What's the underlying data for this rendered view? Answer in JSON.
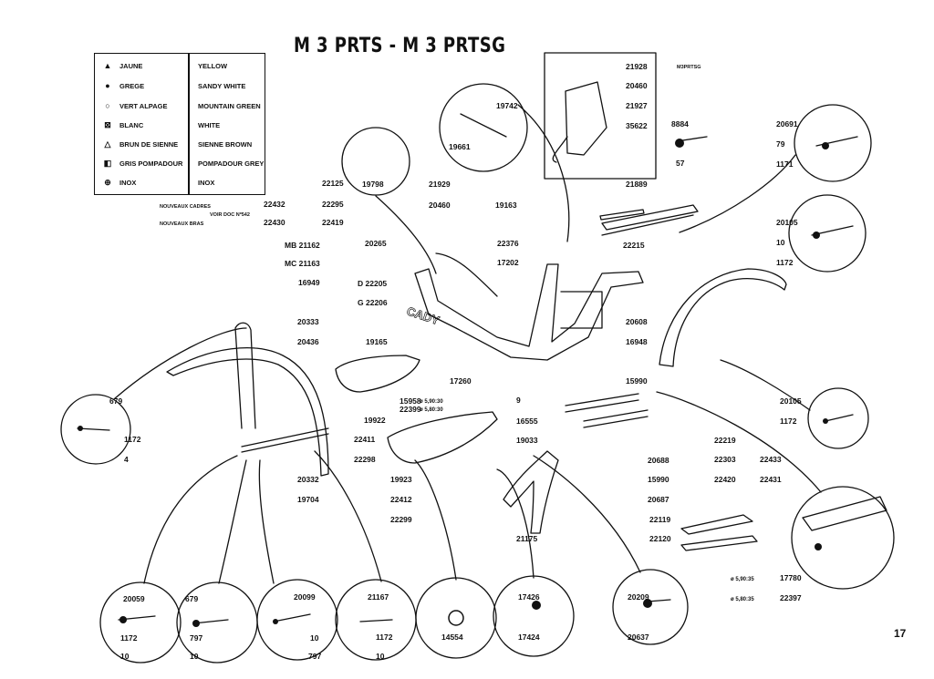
{
  "title": "M 3 PRTS   -   M 3 PRTSG",
  "page_number": "17",
  "legend": [
    {
      "symbol": "▲",
      "icon": "filled-triangle",
      "fr": "JAUNE",
      "en": "YELLOW"
    },
    {
      "symbol": "●",
      "icon": "filled-dot",
      "fr": "GREGE",
      "en": "SANDY WHITE"
    },
    {
      "symbol": "○",
      "icon": "open-circle",
      "fr": "VERT ALPAGE",
      "en": "MOUNTAIN GREEN"
    },
    {
      "symbol": "⊠",
      "icon": "crossed-square",
      "fr": "BLANC",
      "en": "WHITE"
    },
    {
      "symbol": "△",
      "icon": "open-triangle",
      "fr": "BRUN DE SIENNE",
      "en": "SIENNE BROWN"
    },
    {
      "symbol": "◧",
      "icon": "half-filled-square",
      "fr": "GRIS POMPADOUR",
      "en": "POMPADOUR GREY"
    },
    {
      "symbol": "⊕",
      "icon": "circled-plus",
      "fr": "INOX",
      "en": "INOX"
    }
  ],
  "notes": {
    "nouveaux_cadres": "NOUVEAUX CADRES",
    "nouveaux_bras": "NOUVEAUX BRAS",
    "voir_doc": "VOIR DOC Nº542",
    "m3prtsg": "M3PRTSG"
  },
  "part_labels": [
    "22125",
    "22432",
    "22295",
    "22430",
    "22419",
    "21162",
    "21163",
    "16949",
    "21928",
    "20460",
    "21927",
    "35622",
    "19742",
    "19661",
    "19798",
    "8884",
    "57",
    "20691",
    "79",
    "1171",
    "21929",
    "20460",
    "19163",
    "21889",
    "22215",
    "20105",
    "10",
    "1172",
    "20265",
    "22376",
    "17202",
    "22205",
    "22206",
    "20333",
    "20436",
    "19165",
    "20608",
    "16948",
    "17260",
    "15958",
    "22399",
    "9",
    "15990",
    "20105",
    "1172",
    "679",
    "1172",
    "4",
    "19922",
    "22411",
    "22298",
    "19923",
    "22412",
    "22299",
    "16555",
    "19033",
    "20688",
    "15990",
    "20687",
    "22219",
    "22303",
    "22433",
    "22420",
    "22431",
    "21175",
    "20332",
    "19704",
    "22119",
    "22120",
    "17780",
    "22397",
    "20059",
    "1172",
    "10",
    "679",
    "797",
    "10",
    "20099",
    "10",
    "797",
    "21167",
    "1172",
    "10",
    "14554",
    "17426",
    "17424",
    "20209",
    "20637"
  ],
  "prefixes": {
    "mb": "MB",
    "mc": "MC",
    "d": "D",
    "g": "G"
  },
  "dims": {
    "d1": "ø 5,90:30",
    "d2": "ø 5,80:30",
    "d3": "ø 5,90:35",
    "d4": "ø 5,80:35"
  },
  "frame_decal": "CADY"
}
